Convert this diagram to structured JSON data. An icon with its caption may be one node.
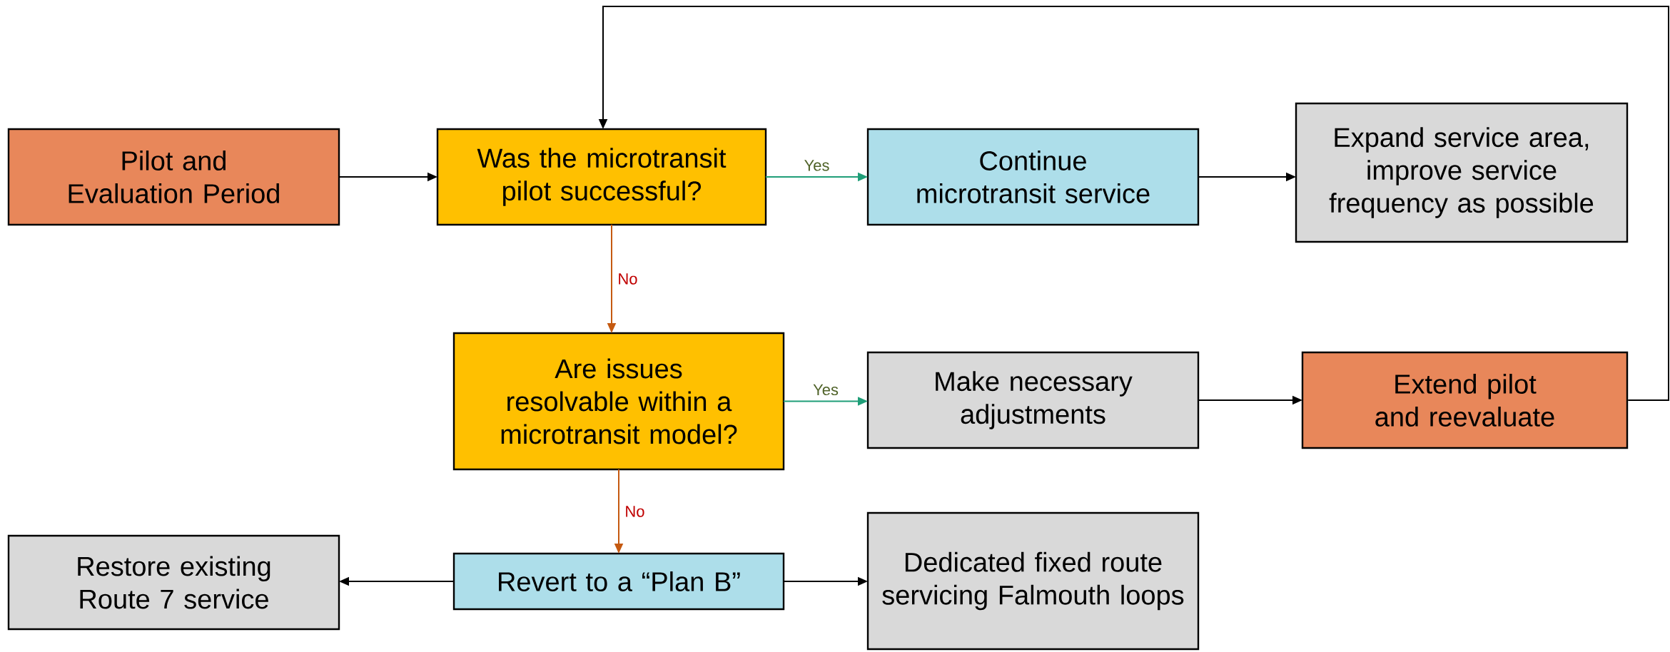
{
  "diagram": {
    "nodes": [
      {
        "text": [
          "Pilot and Evaluation Period"
        ]
      },
      {
        "text": [
          "Was the microtransit pilot successful?"
        ]
      },
      {
        "text": [
          "Continue microtransit service"
        ]
      },
      {
        "text": [
          "Expand service area, improve service frequency as possible"
        ]
      },
      {
        "text": [
          "Are issues resolvable within a microtransit model?"
        ]
      },
      {
        "text": [
          "Make necessary adjustments"
        ]
      },
      {
        "text": [
          "Extend pilot and reevaluate"
        ]
      },
      {
        "text": [
          "Revert to a “Plan B”"
        ]
      },
      {
        "text": [
          "Restore existing Route 7 service"
        ]
      },
      {
        "text": [
          "Dedicated fixed route servicing Falmouth loops"
        ]
      }
    ],
    "edges": [
      {
        "from": 0,
        "to": 1,
        "arrow": "to"
      },
      {
        "from": 1,
        "to": 2,
        "arrow": "to",
        "label": "Yes",
        "color": "#1f9e78"
      },
      {
        "from": 2,
        "to": 3,
        "arrow": "to"
      },
      {
        "from": 1,
        "to": 4,
        "arrow": "to",
        "label": "No",
        "color": "#c55a11"
      },
      {
        "from": 4,
        "to": 5,
        "arrow": "to",
        "label": "Yes",
        "color": "#1f9e78"
      },
      {
        "from": 5,
        "to": 6,
        "arrow": "to"
      },
      {
        "from": 6,
        "to": 1,
        "arrow": "to"
      },
      {
        "from": 4,
        "to": 7,
        "arrow": "to",
        "label": "No",
        "color": "#c55a11"
      },
      {
        "from": 7,
        "to": 8,
        "arrow": "to"
      },
      {
        "from": 7,
        "to": 9,
        "arrow": "to"
      }
    ]
  }
}
